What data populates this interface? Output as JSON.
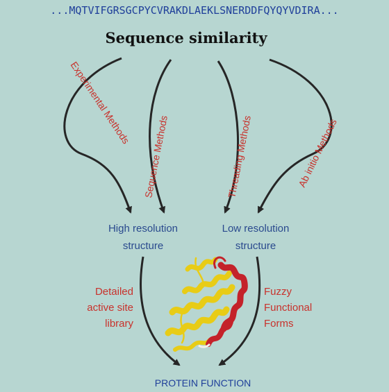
{
  "sequence": "...MQTVIFGRSGCPYCVRAKDLAEKLSNERDDFQYQYVDIRA...",
  "title": "Sequence similarity",
  "methods": [
    {
      "label": "Experimental Methods"
    },
    {
      "label": "Sequence Methods"
    },
    {
      "label": "Threading Methods"
    },
    {
      "label": "Ab initio Methods"
    }
  ],
  "structures": {
    "high": [
      "High resolution",
      "structure"
    ],
    "low": [
      "Low resolution",
      "structure"
    ]
  },
  "left_branch": [
    "Detailed",
    "active site",
    "library"
  ],
  "right_branch": [
    "Fuzzy",
    "Functional",
    "Forms"
  ],
  "result": "PROTEIN FUNCTION",
  "colors": {
    "background": "#b7d6d1",
    "sequence": "#1f3f9a",
    "title": "#111111",
    "methods": "#c8322c",
    "structure": "#2a4a8e",
    "branch": "#c8322c",
    "result": "#1f3f9a",
    "arrows": "#262626",
    "helix_yellow": "#e8cc16",
    "helix_red": "#c4222a"
  }
}
